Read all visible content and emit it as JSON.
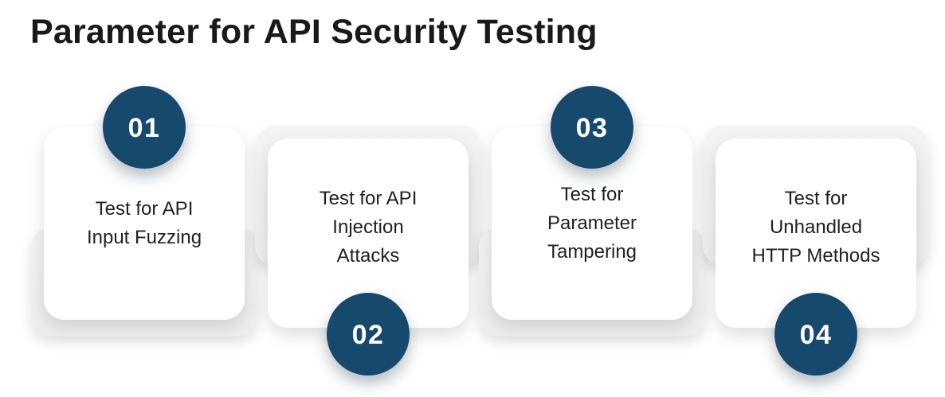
{
  "title": "Parameter for API Security Testing",
  "colors": {
    "accent_navy": "#17496c",
    "card_bg": "#ffffff",
    "plate_gray": "#f3f3f5",
    "title_color": "#17191d",
    "text_color": "#1e2024"
  },
  "steps": [
    {
      "number": "01",
      "badge_position": "top",
      "label": "Test for API\nInput Fuzzing"
    },
    {
      "number": "02",
      "badge_position": "bottom",
      "label": "Test for API\nInjection\nAttacks"
    },
    {
      "number": "03",
      "badge_position": "top",
      "label": "Test for\nParameter\nTampering"
    },
    {
      "number": "04",
      "badge_position": "bottom",
      "label": "Test for\nUnhandled\nHTTP Methods"
    }
  ]
}
